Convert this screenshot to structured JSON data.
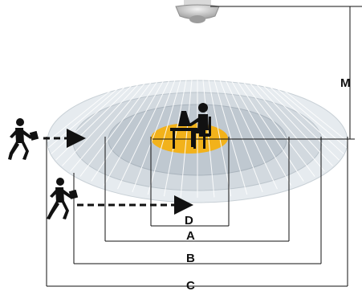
{
  "labels": {
    "m": "M",
    "d": "D",
    "a": "A",
    "b": "B",
    "c": "C"
  },
  "colors": {
    "zone_outer": "#e6ebef",
    "zone_middle": "#d2d9df",
    "zone_inner": "#bfc8d0",
    "presence_zone": "#f2b21b",
    "sensor": "#c9c9c9",
    "beam": "#ffffff",
    "ink": "#111111"
  },
  "icons": {
    "sensor": "ceiling-sensor-icon",
    "desk_worker": "person-at-desk-icon",
    "walker_upper": "walking-person-icon",
    "walker_lower": "walking-person-icon"
  }
}
